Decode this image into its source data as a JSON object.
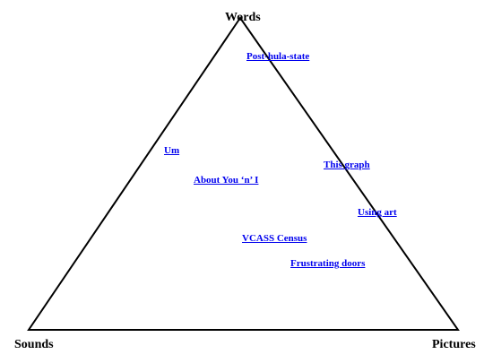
{
  "vertices": {
    "top": "Words",
    "left": "Sounds",
    "right": "Pictures"
  },
  "links": [
    {
      "label": "Post-hula-state"
    },
    {
      "label": "Um"
    },
    {
      "label": "This graph"
    },
    {
      "label": "About You ‘n’ I"
    },
    {
      "label": "Using art"
    },
    {
      "label": "VCASS Census"
    },
    {
      "label": "Frustrating doors"
    }
  ],
  "colors": {
    "link": "#0000ee",
    "outline": "#000000",
    "background": "#ffffff"
  }
}
